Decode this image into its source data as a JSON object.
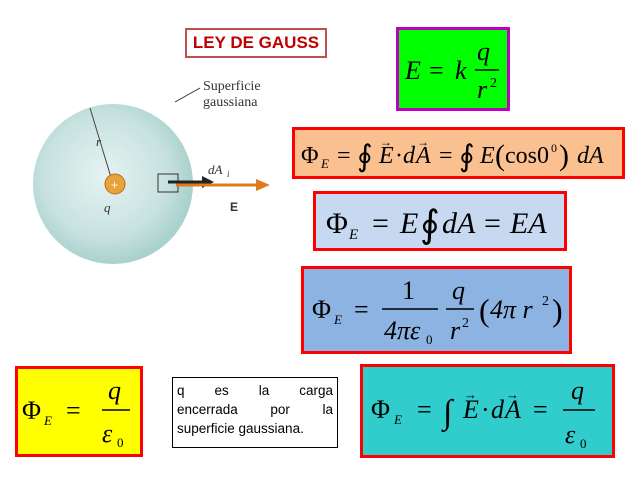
{
  "title": "LEY DE GAUSS",
  "figure": {
    "label_surface_line1": "Superficie",
    "label_surface_line2": "gaussiana",
    "label_r": "r",
    "label_plus": "+",
    "label_q": "q",
    "label_dA": "dA",
    "label_dA_sub": "i",
    "label_E": "E"
  },
  "equations": {
    "e1": {
      "lhs": "E",
      "eq": "=",
      "k": "k",
      "num": "q",
      "den": "r",
      "den_exp": "2"
    },
    "e2": {
      "phi": "Φ",
      "sub": "E",
      "eq1": "=",
      "int": "∮",
      "E_vec": "E",
      "dot": "·",
      "d": "d",
      "A_vec": "A",
      "eq2": "=",
      "int2": "∮",
      "E2": "E",
      "cos": "cos0",
      "cos_exp": "0",
      "dA": "dA"
    },
    "e3": {
      "phi": "Φ",
      "sub": "E",
      "eq1": "=",
      "E": "E",
      "int": "∮",
      "dA": "dA",
      "eq2": "=",
      "EA": "EA"
    },
    "e4": {
      "phi": "Φ",
      "sub": "E",
      "eq": "=",
      "num1": "1",
      "den1": "4πε",
      "den1_sub": "0",
      "num2": "q",
      "den2": "r",
      "den2_exp": "2",
      "paren": "4π r",
      "paren_exp": "2"
    },
    "e5": {
      "phi": "Φ",
      "sub": "E",
      "eq": "=",
      "num": "q",
      "den": "ε",
      "den_sub": "0"
    },
    "e6": {
      "phi": "Φ",
      "sub": "E",
      "eq1": "=",
      "int": "∫",
      "E_vec": "E",
      "dot": "·",
      "d": "d",
      "A_vec": "A",
      "eq2": "=",
      "num": "q",
      "den": "ε",
      "den_sub": "0"
    }
  },
  "note": {
    "line1": "q es la carga",
    "line2": "encerrada por la",
    "line3": "superficie gaussiana."
  },
  "colors": {
    "green": "#00ff00",
    "orange": "#fac090",
    "blue": "#8db3e2",
    "light_blue": "#c6d9f1",
    "yellow": "#ffff00",
    "teal": "#31cccc",
    "red_border": "#ff0000",
    "magenta_border": "#c000c0"
  }
}
